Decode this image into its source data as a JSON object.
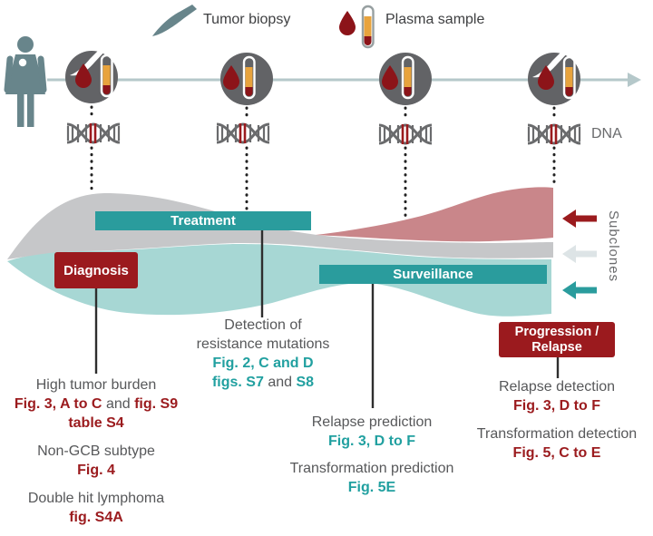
{
  "legend": {
    "tumor_biopsy_label": "Tumor biopsy",
    "plasma_sample_label": "Plasma sample"
  },
  "labels": {
    "dna": "DNA",
    "subclones": "Subclones"
  },
  "phases": {
    "treatment": "Treatment",
    "diagnosis": "Diagnosis",
    "surveillance": "Surveillance",
    "progression_line1": "Progression /",
    "progression_line2": "Relapse"
  },
  "annotations": {
    "high_tumor_burden": {
      "title": "High tumor burden",
      "ref_main": "Fig. 3, A to C",
      "conj": " and ",
      "ref_supp": "fig. S9",
      "ref_table": "table S4"
    },
    "non_gcb": {
      "title": "Non-GCB subtype",
      "ref": "Fig. 4"
    },
    "double_hit": {
      "title": "Double hit lymphoma",
      "ref": "fig. S4A"
    },
    "resistance": {
      "title_line1": "Detection of",
      "title_line2": "resistance mutations",
      "ref_main": "Fig. 2, C and D",
      "ref_supp_a": "figs. S7",
      "conj": " and ",
      "ref_supp_b": "S8"
    },
    "relapse_prediction": {
      "title": "Relapse prediction",
      "ref": "Fig. 3, D to F"
    },
    "transformation_prediction": {
      "title": "Transformation prediction",
      "ref": "Fig. 5E"
    },
    "relapse_detection": {
      "title": "Relapse detection",
      "ref": "Fig. 3, D to F"
    },
    "transformation_detection": {
      "title": "Transformation detection",
      "ref": "Fig. 5, C to E"
    }
  },
  "colors": {
    "dark_red": "#9B1B1E",
    "teal": "#2A9C9D",
    "stream_red": "#C9868A",
    "stream_gray": "#C6C7C9",
    "stream_teal": "#A7D7D4",
    "slate": "#68858B",
    "circle_gray": "#626366",
    "text_gray": "#57585A",
    "amber": "#E8A33D",
    "blood_red": "#8C1419",
    "light_arrow": "#DDE4E6"
  }
}
